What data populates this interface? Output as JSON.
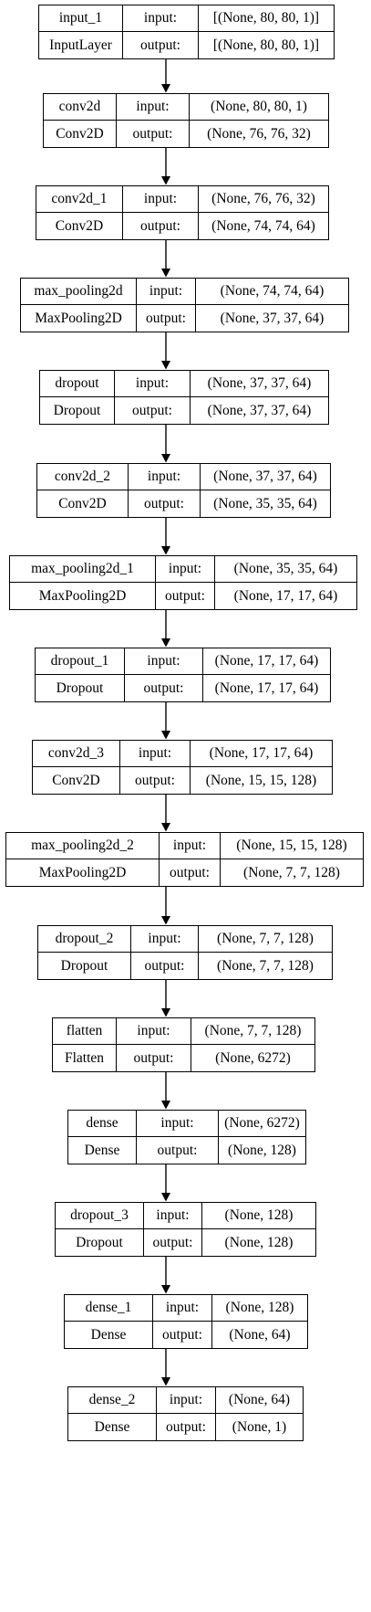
{
  "diagram": {
    "input_label": "input:",
    "output_label": "output:",
    "layers": [
      {
        "name": "input_1",
        "type": "InputLayer",
        "input": "[(None, 80, 80, 1)]",
        "output": "[(None, 80, 80, 1)]"
      },
      {
        "name": "conv2d",
        "type": "Conv2D",
        "input": "(None, 80, 80, 1)",
        "output": "(None, 76, 76, 32)"
      },
      {
        "name": "conv2d_1",
        "type": "Conv2D",
        "input": "(None, 76, 76, 32)",
        "output": "(None, 74, 74, 64)"
      },
      {
        "name": "max_pooling2d",
        "type": "MaxPooling2D",
        "input": "(None, 74, 74, 64)",
        "output": "(None, 37, 37, 64)"
      },
      {
        "name": "dropout",
        "type": "Dropout",
        "input": "(None, 37, 37, 64)",
        "output": "(None, 37, 37, 64)"
      },
      {
        "name": "conv2d_2",
        "type": "Conv2D",
        "input": "(None, 37, 37, 64)",
        "output": "(None, 35, 35, 64)"
      },
      {
        "name": "max_pooling2d_1",
        "type": "MaxPooling2D",
        "input": "(None, 35, 35, 64)",
        "output": "(None, 17, 17, 64)"
      },
      {
        "name": "dropout_1",
        "type": "Dropout",
        "input": "(None, 17, 17, 64)",
        "output": "(None, 17, 17, 64)"
      },
      {
        "name": "conv2d_3",
        "type": "Conv2D",
        "input": "(None, 17, 17, 64)",
        "output": "(None, 15, 15, 128)"
      },
      {
        "name": "max_pooling2d_2",
        "type": "MaxPooling2D",
        "input": "(None, 15, 15, 128)",
        "output": "(None, 7, 7, 128)"
      },
      {
        "name": "dropout_2",
        "type": "Dropout",
        "input": "(None, 7, 7, 128)",
        "output": "(None, 7, 7, 128)"
      },
      {
        "name": "flatten",
        "type": "Flatten",
        "input": "(None, 7, 7, 128)",
        "output": "(None, 6272)"
      },
      {
        "name": "dense",
        "type": "Dense",
        "input": "(None, 6272)",
        "output": "(None, 128)"
      },
      {
        "name": "dropout_3",
        "type": "Dropout",
        "input": "(None, 128)",
        "output": "(None, 128)"
      },
      {
        "name": "dense_1",
        "type": "Dense",
        "input": "(None, 128)",
        "output": "(None, 64)"
      },
      {
        "name": "dense_2",
        "type": "Dense",
        "input": "(None, 64)",
        "output": "(None, 1)"
      }
    ]
  }
}
